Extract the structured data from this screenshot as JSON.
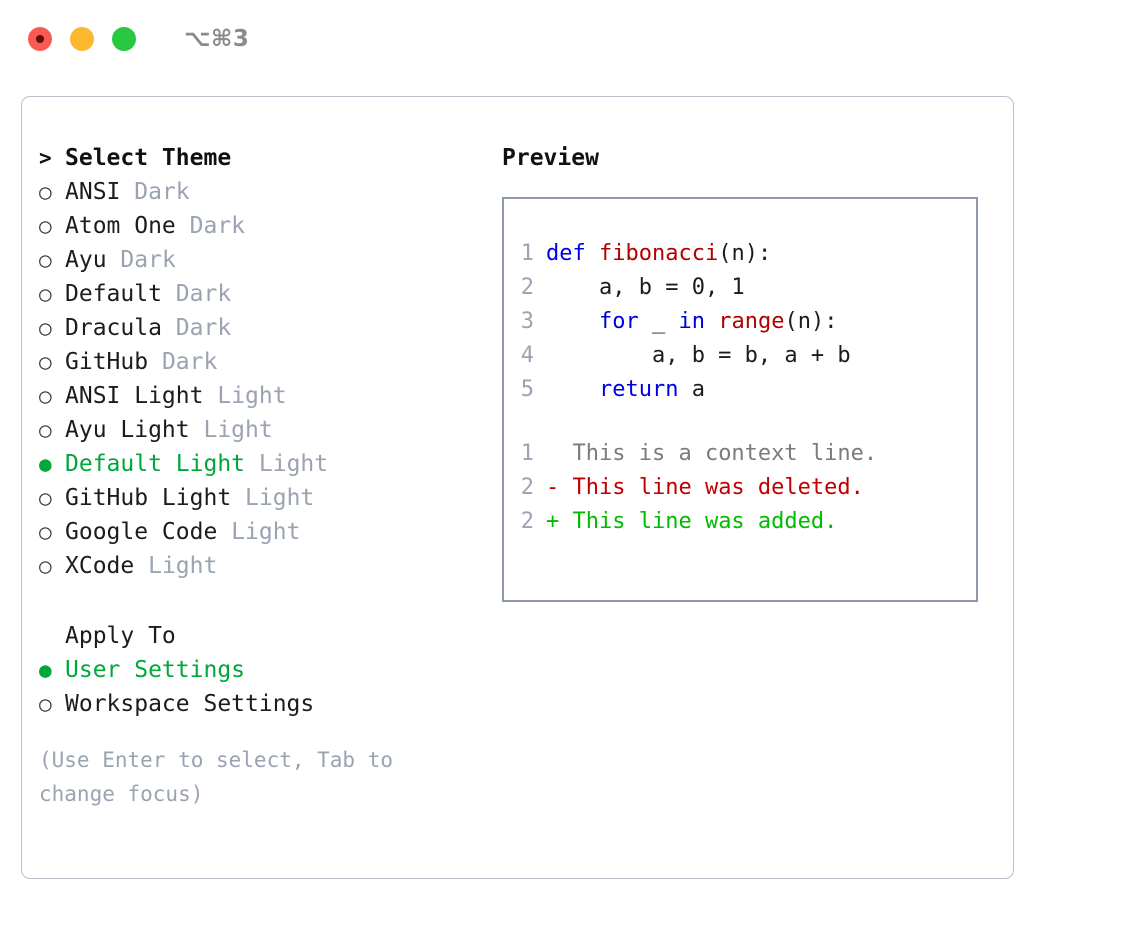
{
  "titlebar": {
    "buttons": [
      {
        "name": "close",
        "color": "#fb5a52"
      },
      {
        "name": "minimize",
        "color": "#fcb82e"
      },
      {
        "name": "maximize",
        "color": "#28c840"
      }
    ],
    "shortcut": "⌥⌘3"
  },
  "theme_picker": {
    "header_marker": ">",
    "header": "Select Theme",
    "unselected_marker": "○",
    "selected_marker": "●",
    "items": [
      {
        "marker": "○",
        "name": "ANSI",
        "badge": "Dark",
        "selected": false
      },
      {
        "marker": "○",
        "name": "Atom One",
        "badge": "Dark",
        "selected": false
      },
      {
        "marker": "○",
        "name": "Ayu",
        "badge": "Dark",
        "selected": false
      },
      {
        "marker": "○",
        "name": "Default",
        "badge": "Dark",
        "selected": false
      },
      {
        "marker": "○",
        "name": "Dracula",
        "badge": "Dark",
        "selected": false
      },
      {
        "marker": "○",
        "name": "GitHub",
        "badge": "Dark",
        "selected": false
      },
      {
        "marker": "○",
        "name": "ANSI Light",
        "badge": "Light",
        "selected": false
      },
      {
        "marker": "○",
        "name": "Ayu Light",
        "badge": "Light",
        "selected": false
      },
      {
        "marker": "●",
        "name": "Default Light",
        "badge": "Light",
        "selected": true
      },
      {
        "marker": "○",
        "name": "GitHub Light",
        "badge": "Light",
        "selected": false
      },
      {
        "marker": "○",
        "name": "Google Code",
        "badge": "Light",
        "selected": false
      },
      {
        "marker": "○",
        "name": "XCode",
        "badge": "Light",
        "selected": false
      }
    ]
  },
  "apply_to": {
    "header": "Apply To",
    "items": [
      {
        "marker": "●",
        "label": "User Settings",
        "selected": true
      },
      {
        "marker": "○",
        "label": "Workspace Settings",
        "selected": false
      }
    ]
  },
  "hint": "(Use Enter to select, Tab to change focus)",
  "preview": {
    "title": "Preview",
    "code_lines": [
      {
        "lineno": "1",
        "tokens": [
          {
            "t": "def",
            "c": "kw"
          },
          {
            "t": " ",
            "c": "plain"
          },
          {
            "t": "fibonacci",
            "c": "fn"
          },
          {
            "t": "(n):",
            "c": "plain"
          }
        ]
      },
      {
        "lineno": "2",
        "tokens": [
          {
            "t": "    a, b = 0, 1",
            "c": "plain"
          }
        ]
      },
      {
        "lineno": "3",
        "tokens": [
          {
            "t": "    ",
            "c": "plain"
          },
          {
            "t": "for",
            "c": "kw"
          },
          {
            "t": " _ ",
            "c": "plain"
          },
          {
            "t": "in",
            "c": "kw"
          },
          {
            "t": " ",
            "c": "plain"
          },
          {
            "t": "range",
            "c": "fn"
          },
          {
            "t": "(n):",
            "c": "plain"
          }
        ]
      },
      {
        "lineno": "4",
        "tokens": [
          {
            "t": "        a, b = b, a + b",
            "c": "plain"
          }
        ]
      },
      {
        "lineno": "5",
        "tokens": [
          {
            "t": "    ",
            "c": "plain"
          },
          {
            "t": "return",
            "c": "kw"
          },
          {
            "t": " a",
            "c": "plain"
          }
        ]
      }
    ],
    "diff_lines": [
      {
        "lineno": "1",
        "marker": " ",
        "text": "This is a context line.",
        "kind": "ctx"
      },
      {
        "lineno": "2",
        "marker": "-",
        "text": "This line was deleted.",
        "kind": "del"
      },
      {
        "lineno": "2",
        "marker": "+",
        "text": "This line was added.",
        "kind": "add"
      }
    ]
  },
  "colors": {
    "selected_green": "#00a83a",
    "badge_gray": "#9aa3b2",
    "keyword_blue": "#0000e6",
    "function_red": "#b30000",
    "diff_delete": "#c00000",
    "diff_add": "#00bb00",
    "panel_border": "#b9c0cc",
    "preview_border": "#8f9bad"
  }
}
